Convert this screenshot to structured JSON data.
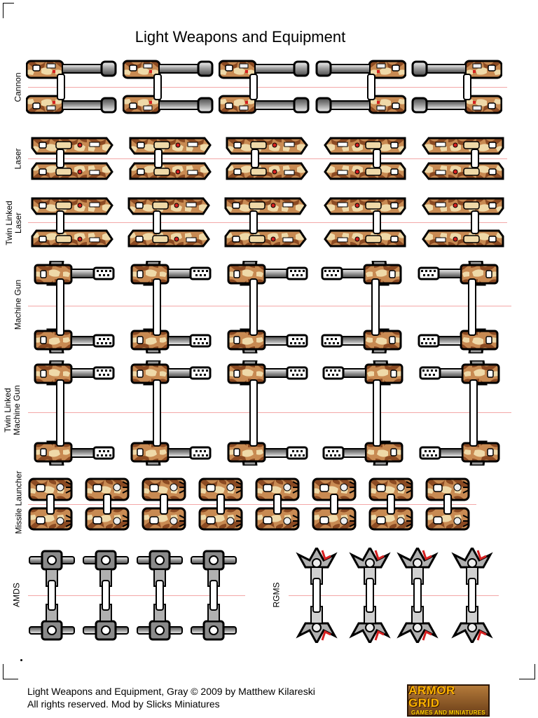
{
  "title": "Light Weapons and Equipment",
  "rows": [
    {
      "id": "cannon",
      "label_lines": [
        "Cannon"
      ]
    },
    {
      "id": "laser",
      "label_lines": [
        "Laser"
      ]
    },
    {
      "id": "twin-linked-laser",
      "label_lines": [
        "Twin Linked",
        "Laser"
      ]
    },
    {
      "id": "machine-gun",
      "label_lines": [
        "Machine Gun"
      ]
    },
    {
      "id": "twin-linked-machine-gun",
      "label_lines": [
        "Twin Linked",
        "Machine Gun"
      ]
    },
    {
      "id": "missile-launcher",
      "label_lines": [
        "Missile Launcher"
      ]
    },
    {
      "id": "amds",
      "label_lines": [
        "AMDS"
      ]
    },
    {
      "id": "rgms",
      "label_lines": [
        "RGMS"
      ]
    }
  ],
  "footer": {
    "line1": "Light Weapons and Equipment, Gray  © 2009 by Matthew Kilareski",
    "line2": "All rights reserved.  Mod by Slicks Miniatures"
  },
  "logo": {
    "line1": "ARMOR GRID",
    "line2": "GAMES AND MINIATURES"
  },
  "colors": {
    "camo_dark": "#8b4a22",
    "camo_mid": "#c88a52",
    "camo_light": "#efd9a8",
    "metal_dark": "#5a5a5a",
    "metal_light": "#d8d8d8",
    "accent_red": "#d62020",
    "reference_line": "#f3a7a7"
  }
}
